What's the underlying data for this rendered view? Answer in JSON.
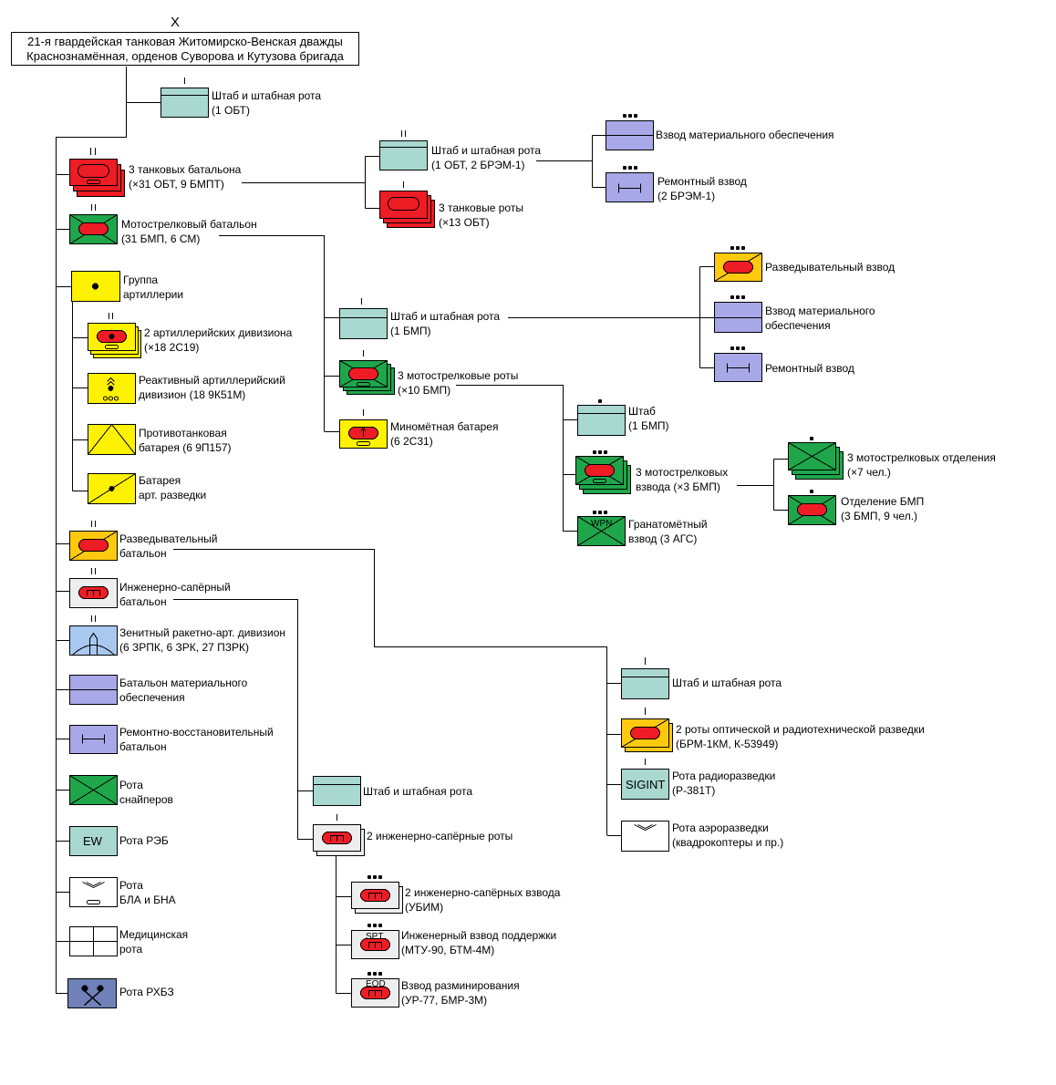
{
  "header": {
    "echelon": "X",
    "title_line1": "21-я гвардейская танковая Житомирско-Венская дважды",
    "title_line2": "Краснознамённая, орденов Суворова и Кутузова бригада"
  },
  "units": {
    "hq": {
      "l1": "Штаб и штабная рота",
      "l2": "(1 ОБТ)"
    },
    "tankbn": {
      "l1": "3 танковых батальона",
      "l2": "(×31 ОБТ, 9 БМПТ)"
    },
    "tankbn_hq": {
      "l1": "Штаб и штабная рота",
      "l2": "(1 ОБТ, 2 БРЭМ-1)"
    },
    "tankbn_co": {
      "l1": "3 танковые роты",
      "l2": "(×13 ОБТ)"
    },
    "tankbn_sup": {
      "l1": "Взвод материального обеспечения"
    },
    "tankbn_rep": {
      "l1": "Ремонтный взвод",
      "l2": "(2 БРЭМ-1)"
    },
    "msbn": {
      "l1": "Мотострелковый батальон",
      "l2": "(31 БМП, 6 СМ)"
    },
    "msbn_hq": {
      "l1": "Штаб и штабная рота",
      "l2": "(1 БМП)"
    },
    "msbn_recon": {
      "l1": "Разведывательный взвод"
    },
    "msbn_sup": {
      "l1": "Взвод материального",
      "l2": "обеспечения"
    },
    "msbn_rep": {
      "l1": "Ремонтный взвод"
    },
    "msbn_co": {
      "l1": "3 мотострелковые роты",
      "l2": "(×10 БМП)"
    },
    "msbn_co_hq": {
      "l1": "Штаб",
      "l2": "(1 БМП)"
    },
    "msbn_plt": {
      "l1": "3 мотострелковых",
      "l2": "взвода (×3 БМП)"
    },
    "msbn_sq": {
      "l1": "3 мотострелковых отделения",
      "l2": "(×7 чел.)"
    },
    "msbn_bmp_sec": {
      "l1": "Отделение БМП",
      "l2": "(3 БМП, 9 чел.)"
    },
    "msbn_gl": {
      "l1": "Гранатомётный",
      "l2": "взвод (3 АГС)",
      "tag": "WPN"
    },
    "msbn_mortar": {
      "l1": "Миномётная батарея",
      "l2": "(6 2С31)"
    },
    "art": {
      "l1": "Группа",
      "l2": "артиллерии"
    },
    "art_div": {
      "l1": "2 артиллерийских дивизиона",
      "l2": "(×18 2С19)"
    },
    "art_mlrs": {
      "l1": "Реактивный артиллерийский",
      "l2": "дивизион (18 9К51М)"
    },
    "art_at": {
      "l1": "Противотанковая",
      "l2": "батарея (6 9П157)"
    },
    "art_recon": {
      "l1": "Батарея",
      "l2": "арт. разведки"
    },
    "reconbn": {
      "l1": "Разведывательный",
      "l2": "батальон"
    },
    "reconbn_hq": {
      "l1": "Штаб и штабная рота"
    },
    "reconbn_co": {
      "l1": "2 роты оптической и радиотехнической разведки",
      "l2": "(БРМ-1КМ, К-53949)"
    },
    "reconbn_sigint": {
      "l1": "Рота радиоразведки",
      "l2": "(Р-381Т)",
      "tag": "SIGINT"
    },
    "reconbn_air": {
      "l1": "Рота аэроразведки",
      "l2": "(квадрокоптеры и пр.)"
    },
    "engbn": {
      "l1": "Инженерно-сапёрный",
      "l2": "батальон"
    },
    "engbn_hq": {
      "l1": "Штаб и штабная рота"
    },
    "engbn_co": {
      "l1": "2 инженерно-сапёрные роты"
    },
    "engbn_plt": {
      "l1": "2 инженерно-сапёрных взвода",
      "l2": "(УБИМ)"
    },
    "engbn_spt": {
      "l1": "Инженерный взвод поддержки",
      "l2": "(МТУ-90, БТМ-4М)",
      "tag": "SPT"
    },
    "engbn_eod": {
      "l1": "Взвод разминирования",
      "l2": "(УР-77, БМР-3М)",
      "tag": "EOD"
    },
    "ad": {
      "l1": "Зенитный ракетно-арт. дивизион",
      "l2": "(6 ЗРПК, 6 ЗРК, 27 ПЗРК)"
    },
    "logbn": {
      "l1": "Батальон материального",
      "l2": "обеспечения"
    },
    "repbn": {
      "l1": "Ремонтно-восстановительный",
      "l2": "батальон"
    },
    "sniper": {
      "l1": "Рота",
      "l2": "снайперов"
    },
    "ew": {
      "l1": "Рота РЭБ",
      "tag": "EW"
    },
    "uav": {
      "l1": "Рота",
      "l2": "БЛА и БНА"
    },
    "med": {
      "l1": "Медицинская",
      "l2": "рота"
    },
    "cbrn": {
      "l1": "Рота РХБЗ"
    }
  },
  "colors": {
    "tank_red": "#ee1c25",
    "mech_green": "#1fa64a",
    "art_yellow": "#fff200",
    "recon_orange": "#ffc90e",
    "hq_teal": "#a8d8cf",
    "log_violet": "#a8a8e8",
    "ad_blue": "#a8c8f0",
    "eng_grey": "#eeeeee",
    "cbrn_navy": "#7080b8"
  }
}
